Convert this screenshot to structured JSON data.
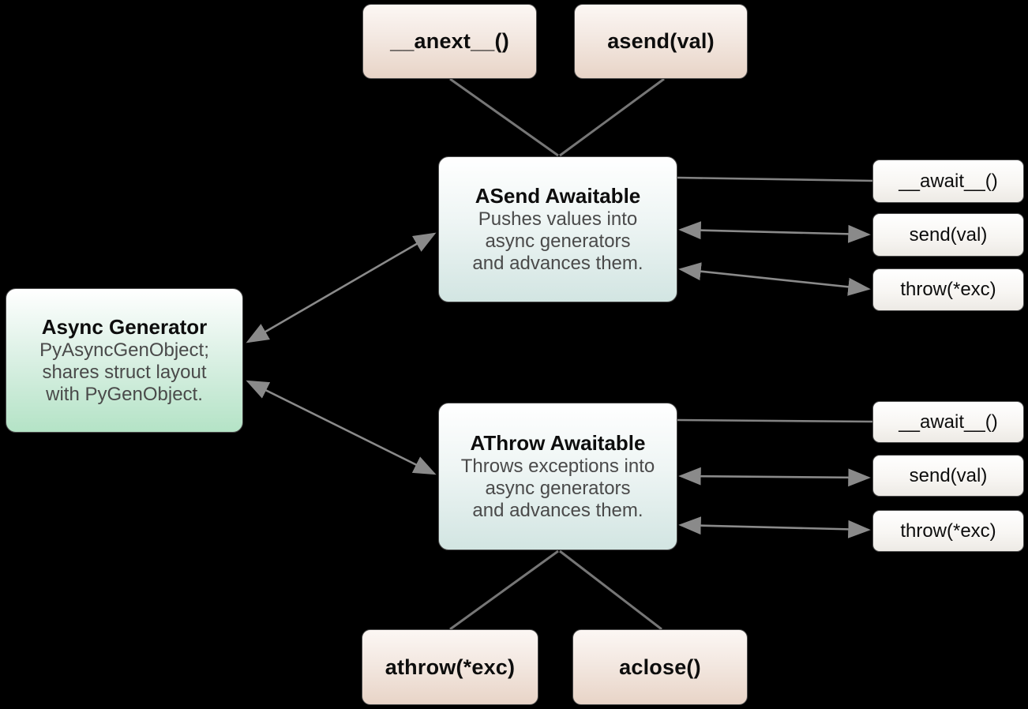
{
  "diagram": {
    "background_color": "#000000",
    "line_color": "#828282",
    "border_color": "#4a4a4a",
    "title_text_color": "#0d0d0d",
    "body_text_color": "#4a4a4a",
    "box_fill_colors": {
      "method_box_top": "#e8d4c7",
      "awaitable_box_bottom": "#d2e5e2",
      "generator_box_bottom": "#b4e3c6",
      "small_box_bottom": "#edeae5"
    },
    "nodes": {
      "anext": {
        "label": "__anext__()"
      },
      "asend": {
        "label": "asend(val)"
      },
      "asend_awaitable": {
        "title": "ASend Awaitable",
        "lines": [
          "Pushes values into",
          "async generators",
          "and advances them."
        ]
      },
      "async_generator": {
        "title": "Async Generator",
        "lines": [
          "PyAsyncGenObject;",
          "shares struct layout",
          "with PyGenObject."
        ]
      },
      "athrow_awaitable": {
        "title": "AThrow Awaitable",
        "lines": [
          "Throws exceptions into",
          "async generators",
          "and advances them."
        ]
      },
      "athrow": {
        "label": "athrow(*exc)"
      },
      "aclose": {
        "label": "aclose()"
      },
      "asend_await": {
        "label": "__await__()"
      },
      "asend_send": {
        "label": "send(val)"
      },
      "asend_throw": {
        "label": "throw(*exc)"
      },
      "athrow_await": {
        "label": "__await__()"
      },
      "athrow_send": {
        "label": "send(val)"
      },
      "athrow_throw": {
        "label": "throw(*exc)"
      }
    },
    "connections": [
      {
        "from": "anext",
        "to": "asend_awaitable",
        "arrows": "none"
      },
      {
        "from": "asend",
        "to": "asend_awaitable",
        "arrows": "none"
      },
      {
        "from": "async_generator",
        "to": "asend_awaitable",
        "arrows": "both"
      },
      {
        "from": "async_generator",
        "to": "athrow_awaitable",
        "arrows": "both"
      },
      {
        "from": "asend_awaitable",
        "to": "asend_await",
        "arrows": "none"
      },
      {
        "from": "asend_awaitable",
        "to": "asend_send",
        "arrows": "both"
      },
      {
        "from": "asend_awaitable",
        "to": "asend_throw",
        "arrows": "both"
      },
      {
        "from": "athrow_awaitable",
        "to": "athrow_await",
        "arrows": "none"
      },
      {
        "from": "athrow_awaitable",
        "to": "athrow_send",
        "arrows": "both"
      },
      {
        "from": "athrow_awaitable",
        "to": "athrow_throw",
        "arrows": "both"
      },
      {
        "from": "athrow_awaitable",
        "to": "athrow",
        "arrows": "none"
      },
      {
        "from": "athrow_awaitable",
        "to": "aclose",
        "arrows": "none"
      }
    ]
  }
}
